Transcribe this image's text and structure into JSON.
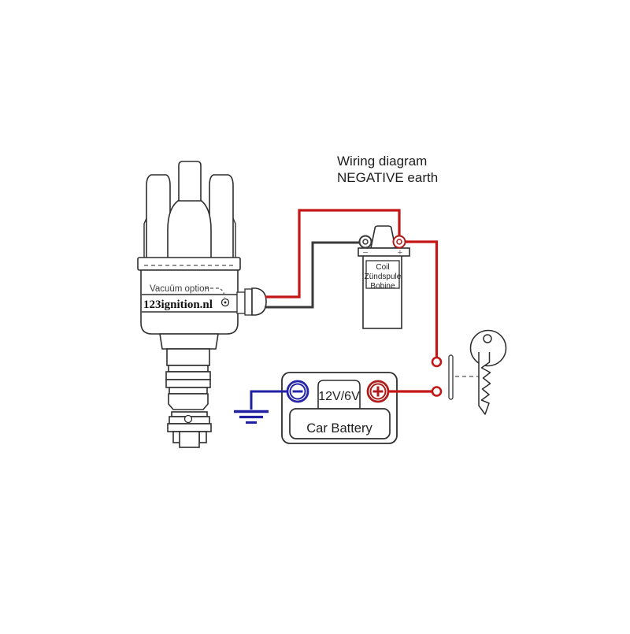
{
  "title": {
    "line1": "Wiring diagram",
    "line2": "NEGATIVE earth"
  },
  "distributor": {
    "vacuum_label": "Vacuüm option",
    "brand": "123ignition.nl"
  },
  "coil": {
    "label_lines": [
      "Coil",
      "Zündspule",
      "Bobine"
    ],
    "polarity_minus": "–",
    "polarity_plus": "+"
  },
  "battery": {
    "voltage": "12V/6V",
    "label": "Car Battery"
  },
  "colors": {
    "wire_red": "#c41616",
    "wire_black": "#3a3a3a",
    "ground_blue": "#2020a0",
    "terminal_blue": "#2424a8",
    "terminal_red": "#b01c1c",
    "line": "#2e2e2e",
    "text": "#1e1e1e",
    "muted_text": "#3f3f3f"
  }
}
